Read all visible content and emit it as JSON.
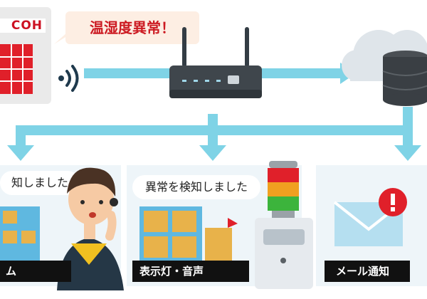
{
  "sensor": {
    "brand": "COH",
    "icons": [
      "wireless-signal-icon"
    ]
  },
  "alert": {
    "text": "温湿度異常！"
  },
  "devices": {
    "router": "router-icon",
    "cloud": "cloud-icon",
    "server": "database-server-icon"
  },
  "panels": [
    {
      "speech": "知しました",
      "label": "ム"
    },
    {
      "speech": "異常を検知しました",
      "label": "表示灯・音声"
    },
    {
      "speech": "",
      "label": "メール通知"
    }
  ],
  "colors": {
    "arrow": "#7fd3e6",
    "alert_bg": "#fdeee3",
    "alert_text": "#cc1a22",
    "brand_red": "#e0202a"
  }
}
